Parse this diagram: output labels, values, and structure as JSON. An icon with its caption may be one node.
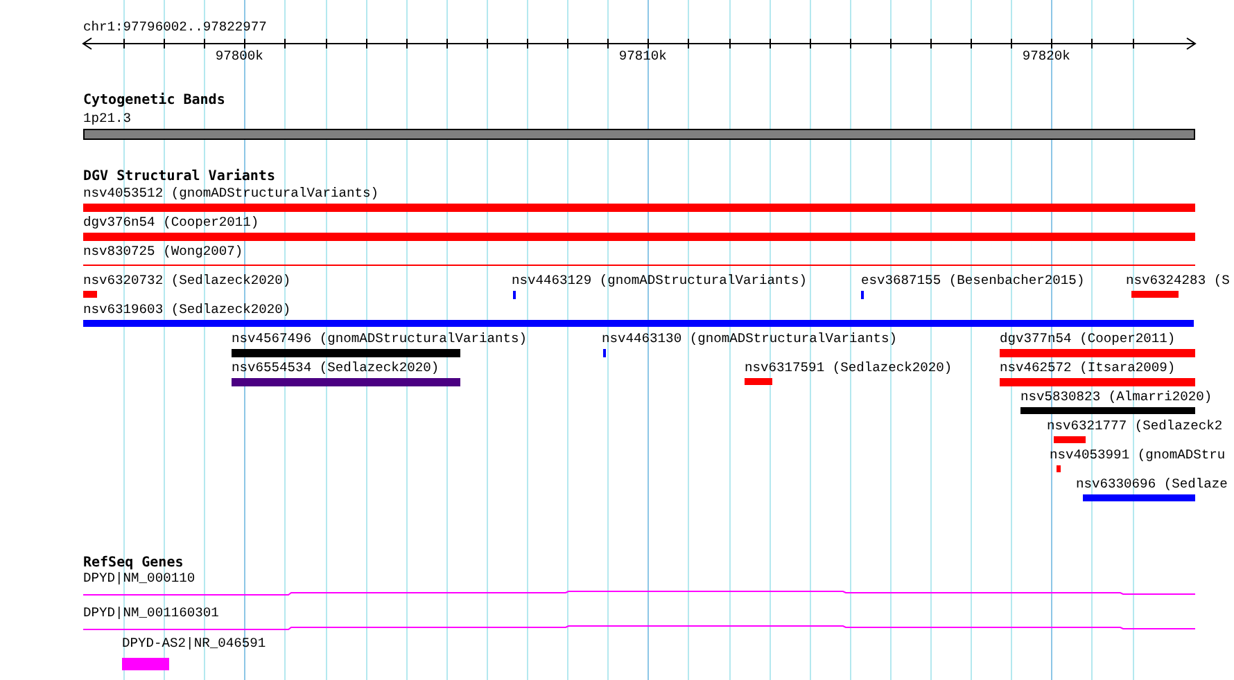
{
  "diagram": {
    "labels": [
      "chr1:97796002..97822977",
      "97800k",
      "97810k",
      "97820k",
      "Cytogenetic Bands",
      "1p21.3",
      "DGV Structural Variants",
      "nsv4053512 (gnomADStructuralVariants)",
      "dgv376n54 (Cooper2011)",
      "nsv830725 (Wong2007)",
      "nsv6320732 (Sedlazeck2020)",
      "nsv4463129 (gnomADStructuralVariants)",
      "esv3687155 (Besenbacher2015)",
      "nsv6324283 (S",
      "nsv6319603 (Sedlazeck2020)",
      "nsv4567496 (gnomADStructuralVariants)",
      "nsv4463130 (gnomADStructuralVariants)",
      "dgv377n54 (Cooper2011)",
      "nsv6554534 (Sedlazeck2020)",
      "nsv6317591 (Sedlazeck2020)",
      "nsv462572 (Itsara2009)",
      "nsv5830823 (Almarri2020)",
      "nsv6321777 (Sedlazeck2",
      "nsv4053991 (gnomADStru",
      "nsv6330696 (Sedlaze",
      "RefSeq Genes",
      "DPYD|NM_000110",
      "DPYD|NM_001160301",
      "DPYD-AS2|NR_046591"
    ]
  }
}
